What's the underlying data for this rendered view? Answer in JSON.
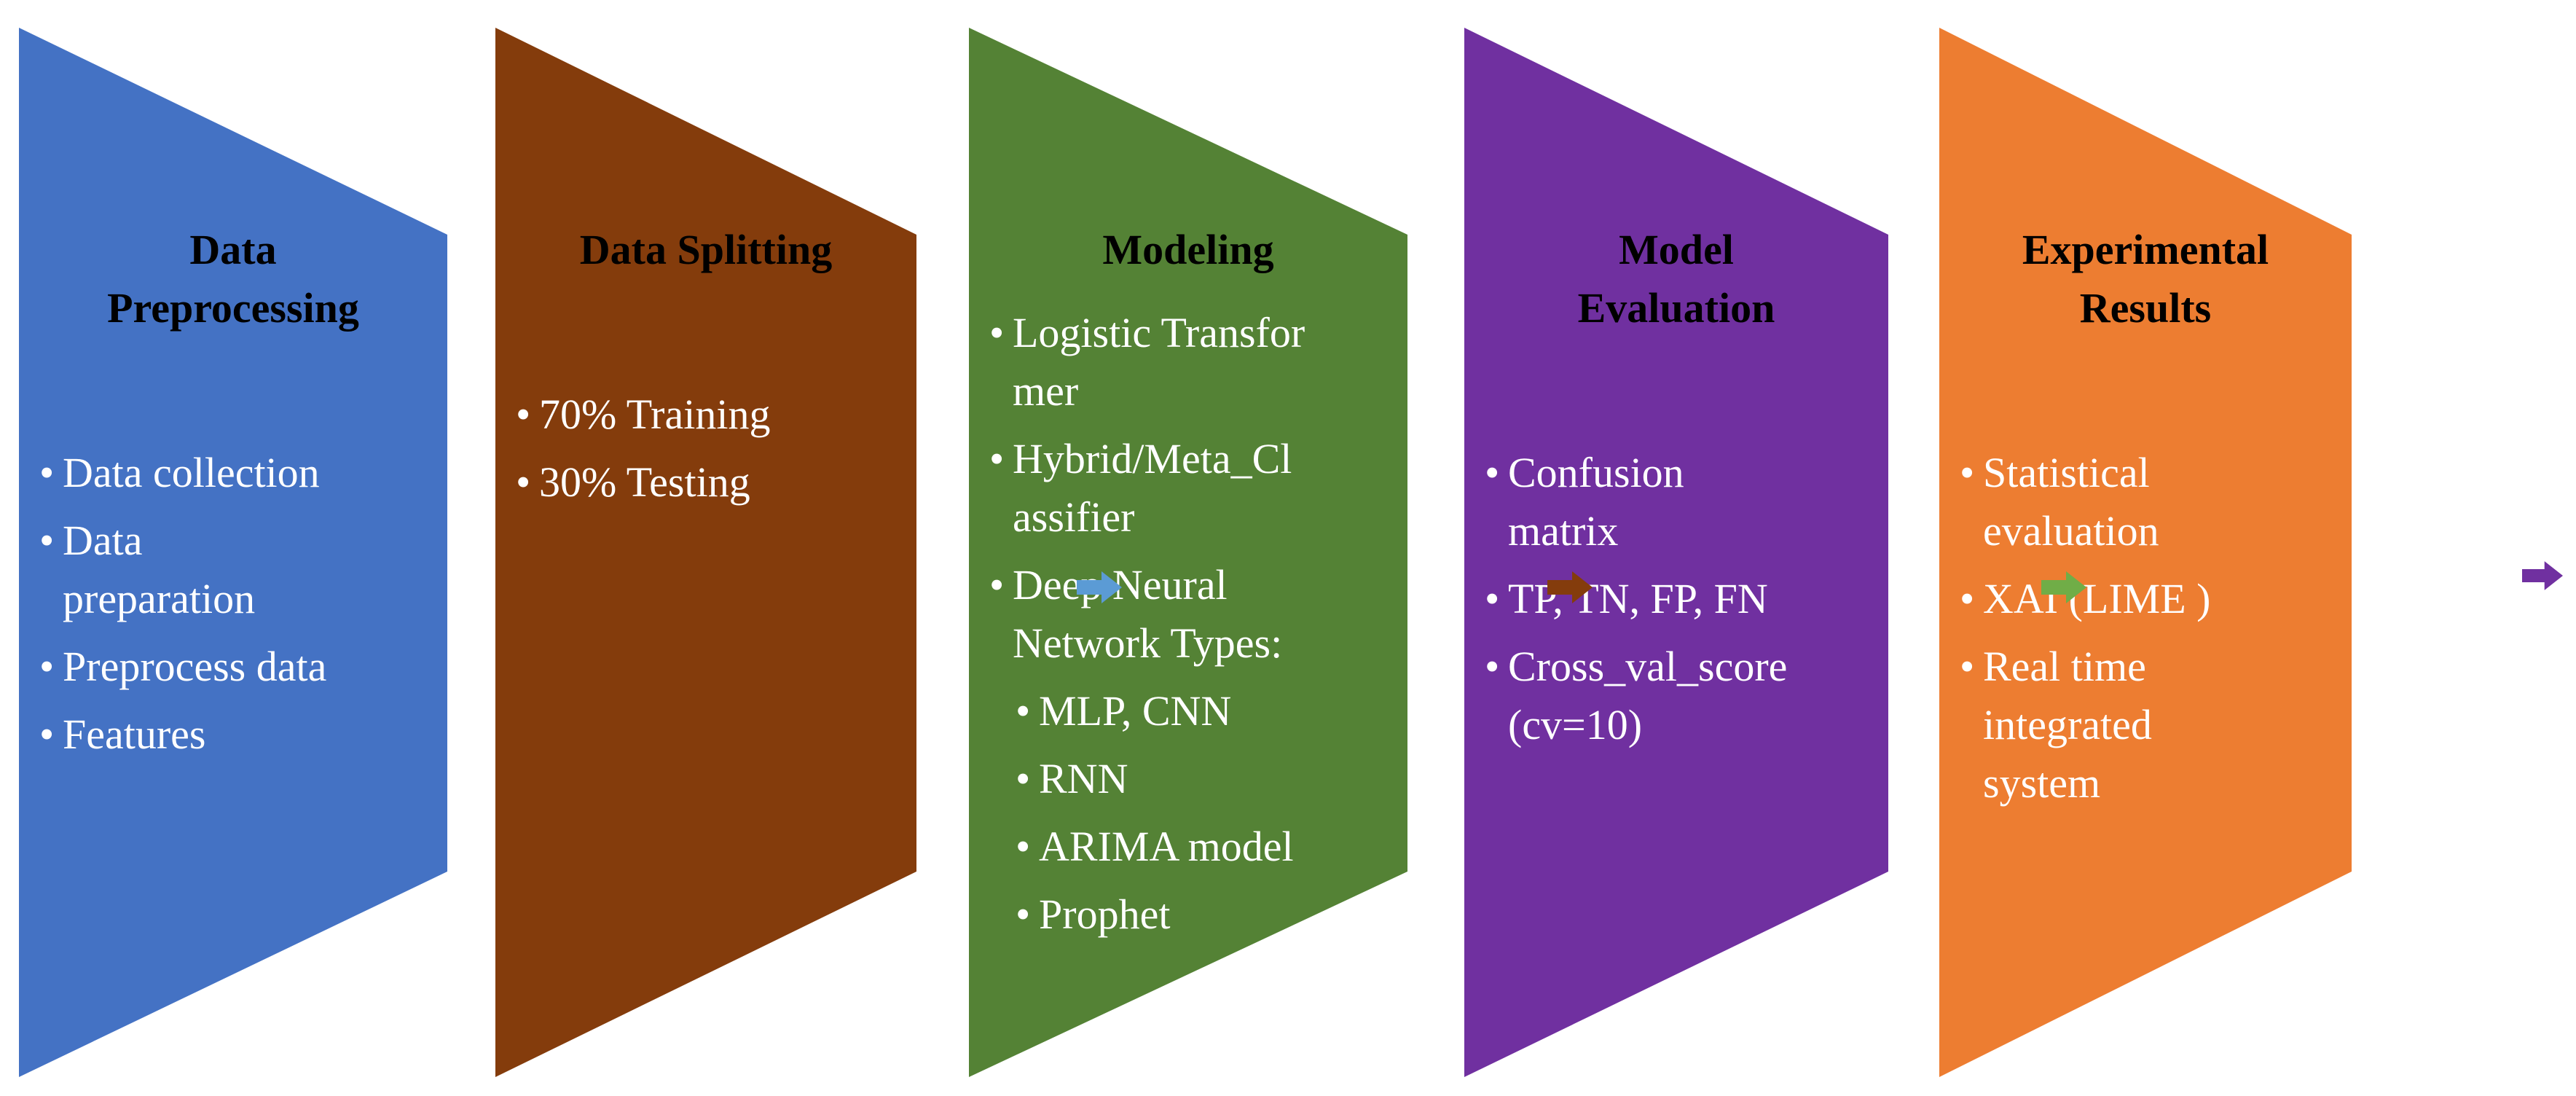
{
  "stages": [
    {
      "title_lines": [
        "Data",
        "Preprocessing"
      ],
      "color": "#4472C4",
      "items": [
        {
          "lines": [
            "Data collection"
          ],
          "level": 1
        },
        {
          "lines": [
            "Data",
            "preparation"
          ],
          "level": 1
        },
        {
          "lines": [
            "Preprocess data"
          ],
          "level": 1
        },
        {
          "lines": [
            "Features"
          ],
          "level": 1
        }
      ]
    },
    {
      "title_lines": [
        "Data Splitting"
      ],
      "color": "#843C0C",
      "items": [
        {
          "lines": [
            "70%  Training"
          ],
          "level": 1
        },
        {
          "lines": [
            "30% Testing"
          ],
          "level": 1
        }
      ]
    },
    {
      "title_lines": [
        "Modeling"
      ],
      "color": "#548235",
      "items": [
        {
          "lines": [
            "Logistic Transfor",
            "mer"
          ],
          "level": 1
        },
        {
          "lines": [
            "Hybrid/Meta_Cl",
            "assifier"
          ],
          "level": 1
        },
        {
          "lines": [
            "Deep Neural",
            "Network Types:"
          ],
          "level": 1
        },
        {
          "lines": [
            "MLP, CNN"
          ],
          "level": 2
        },
        {
          "lines": [
            "RNN"
          ],
          "level": 2
        },
        {
          "lines": [
            "ARIMA model"
          ],
          "level": 2
        },
        {
          "lines": [
            "Prophet"
          ],
          "level": 2
        }
      ]
    },
    {
      "title_lines": [
        "Model",
        "Evaluation"
      ],
      "color": "#7030A0",
      "items": [
        {
          "lines": [
            "Confusion",
            "matrix"
          ],
          "level": 1
        },
        {
          "lines": [
            "TP, TN, FP, FN"
          ],
          "level": 1
        },
        {
          "lines": [
            "Cross_val_score",
            "(cv=10)"
          ],
          "level": 1
        }
      ]
    },
    {
      "title_lines": [
        "Experimental",
        "Results"
      ],
      "color": "#ED7D31",
      "items": [
        {
          "lines": [
            "Statistical",
            "evaluation"
          ],
          "level": 1
        },
        {
          "lines": [
            "XAI (LIME )"
          ],
          "level": 1
        },
        {
          "lines": [
            "Real time",
            "integrated",
            "system"
          ],
          "level": 1
        }
      ]
    }
  ],
  "connector_colors": [
    "#5B9BD5",
    "#843C0C",
    "#70AD47",
    "#7030A0"
  ],
  "bullet_glyph": "•"
}
